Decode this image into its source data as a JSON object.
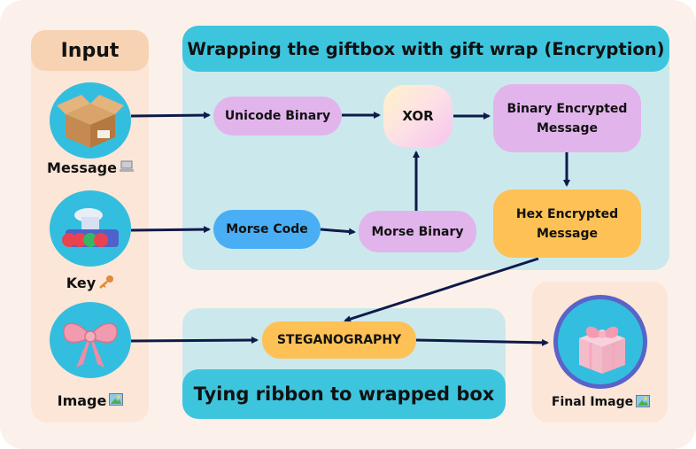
{
  "input_header": "Input",
  "encryption_header": "Wrapping the giftbox with gift wrap (Encryption)",
  "steg_header": "Tying ribbon to wrapped box",
  "nodes": {
    "unicode_binary": "Unicode Binary",
    "xor": "XOR",
    "binary_encrypted": "Binary Encrypted Message",
    "hex_encrypted": "Hex Encrypted Message",
    "morse_code": "Morse Code",
    "morse_binary": "Morse Binary",
    "steganography": "STEGANOGRAPHY"
  },
  "inputs": {
    "message": "Message",
    "key": "Key",
    "image": "Image"
  },
  "output": "Final Image",
  "icons": {
    "message": "computer-icon",
    "key": "key-icon",
    "image": "picture-icon",
    "final": "picture-icon"
  },
  "colors": {
    "panel_cyan": "#3ec5de",
    "panel_light": "#cbe9ec",
    "purple_node": "#e2b4ec",
    "blue_node": "#4aaef4",
    "orange_node": "#fdc155",
    "arrow": "#0f1a4a"
  }
}
